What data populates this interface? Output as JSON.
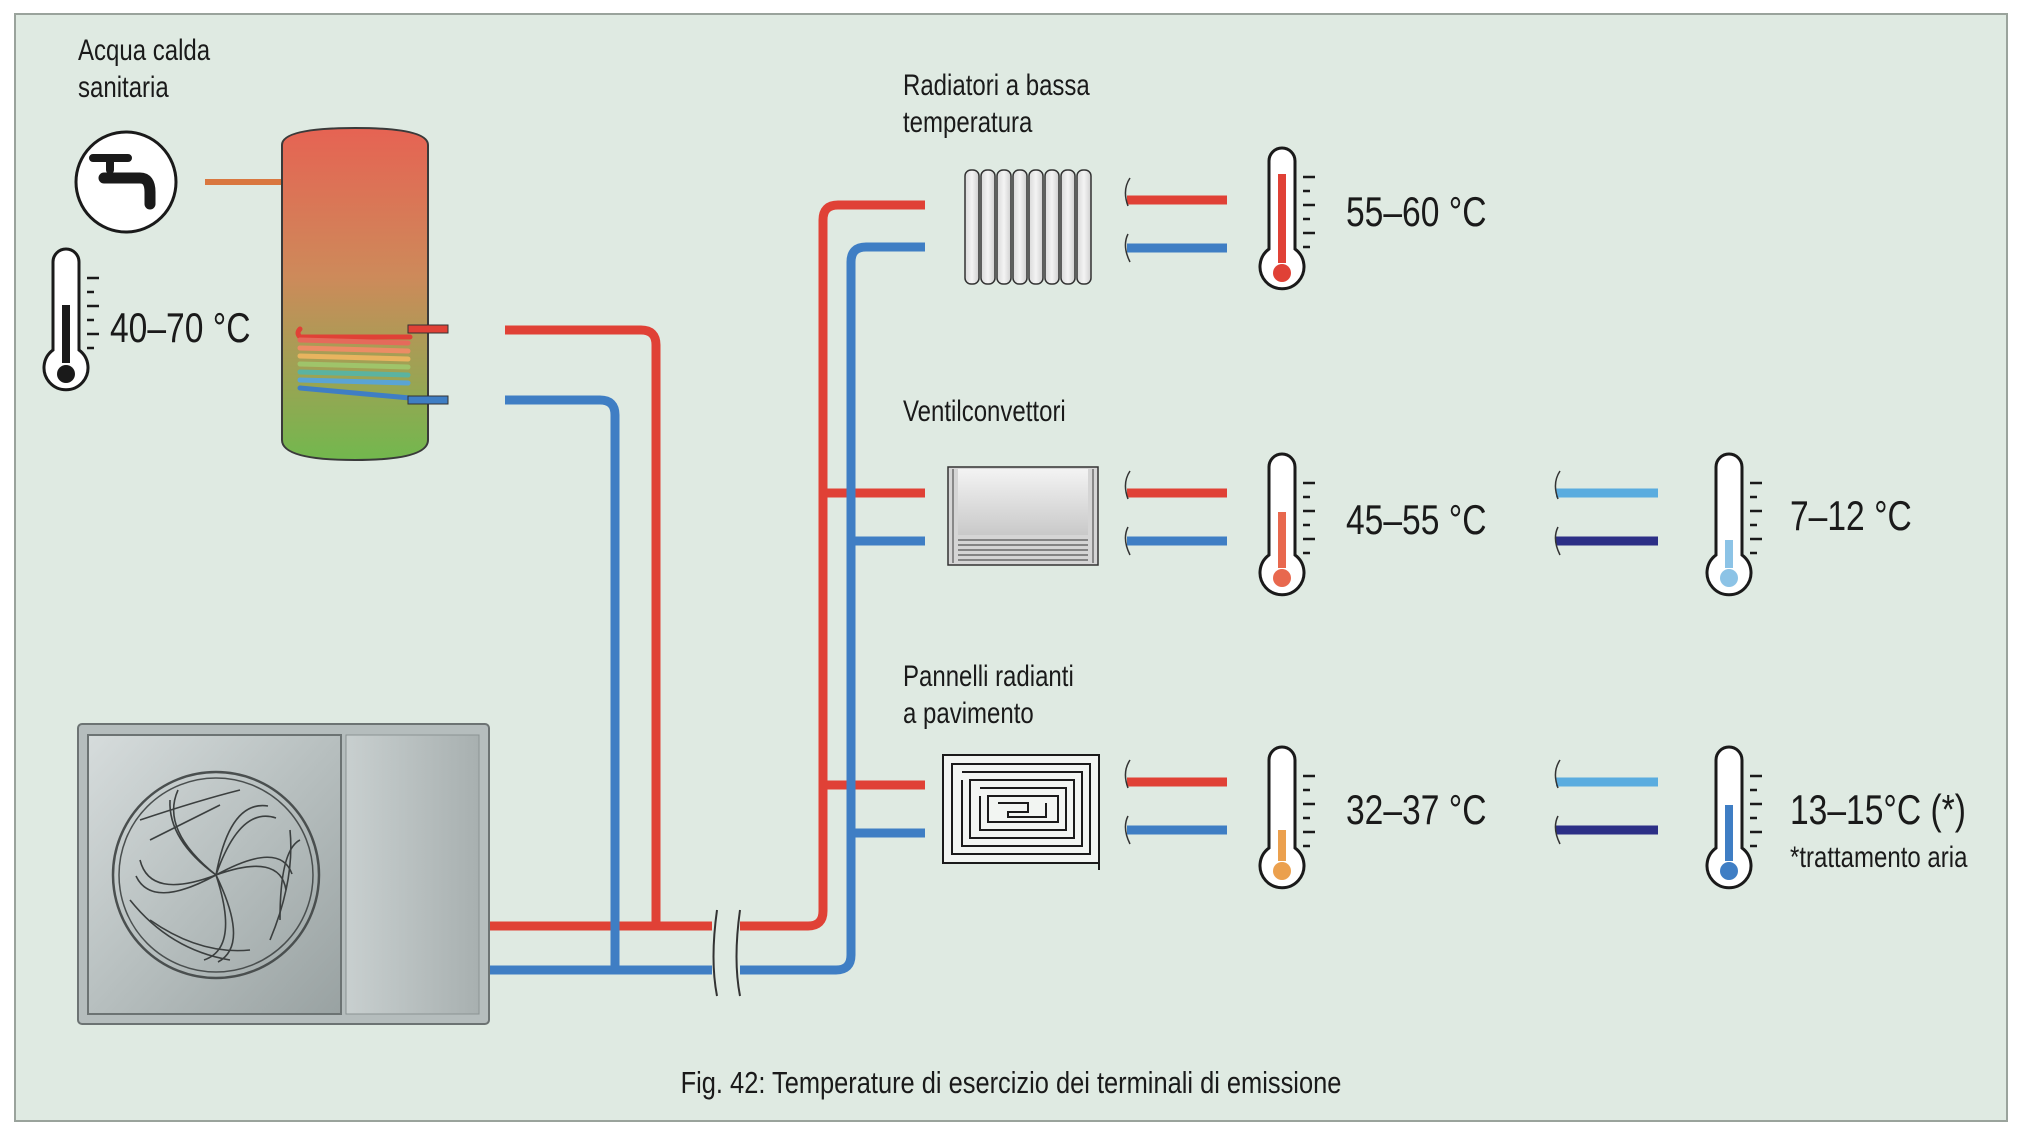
{
  "figure": {
    "caption": "Fig. 42: Temperature di esercizio dei terminali di emissione",
    "background_color": "#dfeae2",
    "border_color": "#9aa39c"
  },
  "colors": {
    "hot": "#e04136",
    "cold": "#3f7ec4",
    "chilled_supply": "#5aacdf",
    "chilled_return": "#2c2f86",
    "dhw_pipe": "#d9773f",
    "tank_top": "#e66353",
    "tank_bottom": "#72b84e"
  },
  "icons": {
    "tap": "faucet-icon",
    "thermometer": "thermometer-icon",
    "heat_pump": "heat-pump-outdoor-unit-icon",
    "tank": "storage-tank-icon",
    "radiator": "radiator-icon",
    "fancoil": "fan-coil-icon",
    "floor_panel": "underfloor-heating-icon"
  },
  "dhw": {
    "label_line1": "Acqua calda",
    "label_line2": "sanitaria",
    "temperature": "40–70 °C"
  },
  "terminals": {
    "radiators": {
      "label_line1": "Radiatori a bassa",
      "label_line2": "temperatura",
      "heating_temperature": "55–60 °C"
    },
    "fancoils": {
      "label_line1": "Ventilconvettori",
      "heating_temperature": "45–55 °C",
      "cooling_temperature": "7–12 °C"
    },
    "floor_panels": {
      "label_line1": "Pannelli radianti",
      "label_line2": "a pavimento",
      "heating_temperature": "32–37 °C",
      "cooling_temperature": "13–15°C (*)",
      "cooling_note": "*trattamento aria"
    }
  }
}
